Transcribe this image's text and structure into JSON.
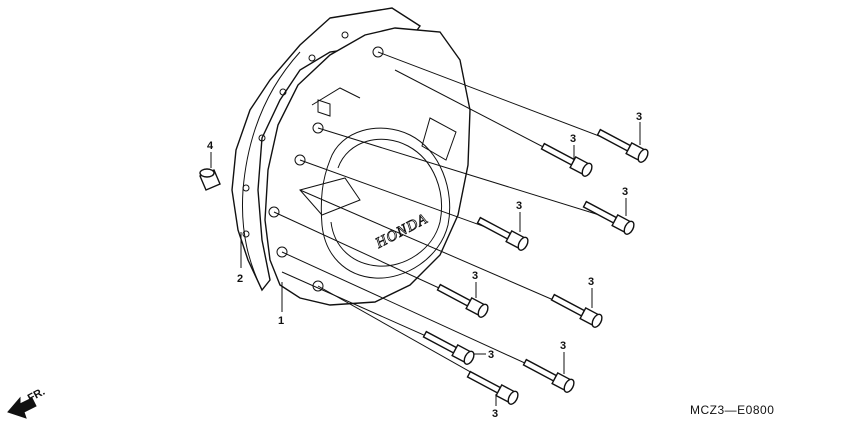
{
  "diagram": {
    "brand_text": "HONDA",
    "direction_label": "FR.",
    "drawing_code": "MCZ3—E0800",
    "callouts": {
      "cover": "1",
      "gasket": "2",
      "bolts": [
        "3",
        "3",
        "3",
        "3",
        "3",
        "3",
        "3",
        "3",
        "3"
      ],
      "dowel": "4"
    }
  }
}
